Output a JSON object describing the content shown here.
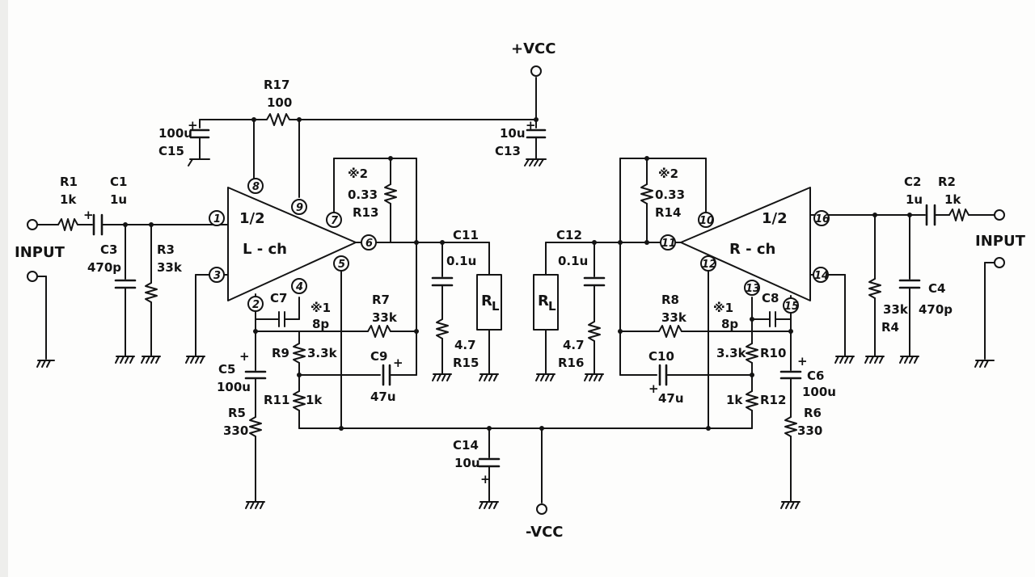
{
  "supply": {
    "pos": "+VCC",
    "neg": "-VCC"
  },
  "left": {
    "input": "INPUT",
    "amp_frac": "1/2",
    "amp_name": "L - ch",
    "pins": [
      "1",
      "2",
      "3",
      "4",
      "5",
      "6",
      "7",
      "8",
      "9"
    ],
    "R1": {
      "name": "R1",
      "value": "1k"
    },
    "C1": {
      "name": "C1",
      "value": "1u"
    },
    "C3": {
      "name": "C3",
      "value": "470p"
    },
    "R3": {
      "name": "R3",
      "value": "33k"
    },
    "C5": {
      "name": "C5",
      "value": "100u"
    },
    "R5": {
      "name": "R5",
      "value": "330"
    },
    "C7": {
      "name": "C7"
    },
    "note1": "※1",
    "note1_val": "8p",
    "R7": {
      "name": "R7",
      "value": "33k"
    },
    "R9": {
      "name": "R9",
      "value": "3.3k"
    },
    "R11": {
      "name": "R11",
      "value": "1k"
    },
    "C9": {
      "name": "C9",
      "value": "47u"
    },
    "note2": "※2",
    "R13": {
      "name": "R13",
      "value": "0.33"
    },
    "C11": {
      "name": "C11",
      "value": "0.1u"
    },
    "R15": {
      "name": "R15",
      "value": "4.7"
    },
    "C15": {
      "name": "C15",
      "value": "100u"
    }
  },
  "right": {
    "input": "INPUT",
    "amp_frac": "1/2",
    "amp_name": "R - ch",
    "pins": [
      "10",
      "11",
      "12",
      "13",
      "14",
      "15",
      "16"
    ],
    "R2": {
      "name": "R2",
      "value": "1k"
    },
    "C2": {
      "name": "C2",
      "value": "1u"
    },
    "C4": {
      "name": "C4",
      "value": "470p"
    },
    "R4": {
      "name": "R4",
      "value": "33k"
    },
    "C6": {
      "name": "C6",
      "value": "100u"
    },
    "R6": {
      "name": "R6",
      "value": "330"
    },
    "C8": {
      "name": "C8"
    },
    "note1": "※1",
    "note1_val": "8p",
    "R8": {
      "name": "R8",
      "value": "33k"
    },
    "R10": {
      "name": "R10",
      "value": "3.3k"
    },
    "R12": {
      "name": "R12",
      "value": "1k"
    },
    "C10": {
      "name": "C10",
      "value": "47u"
    },
    "note2": "※2",
    "R14": {
      "name": "R14",
      "value": "0.33"
    },
    "C12": {
      "name": "C12",
      "value": "0.1u"
    },
    "R16": {
      "name": "R16",
      "value": "4.7"
    },
    "C13": {
      "name": "C13",
      "value": "10u"
    }
  },
  "shared": {
    "R17": {
      "name": "R17",
      "value": "100"
    },
    "C14": {
      "name": "C14",
      "value": "10u"
    },
    "load": "R",
    "load_sub": "L",
    "plus": "+"
  }
}
